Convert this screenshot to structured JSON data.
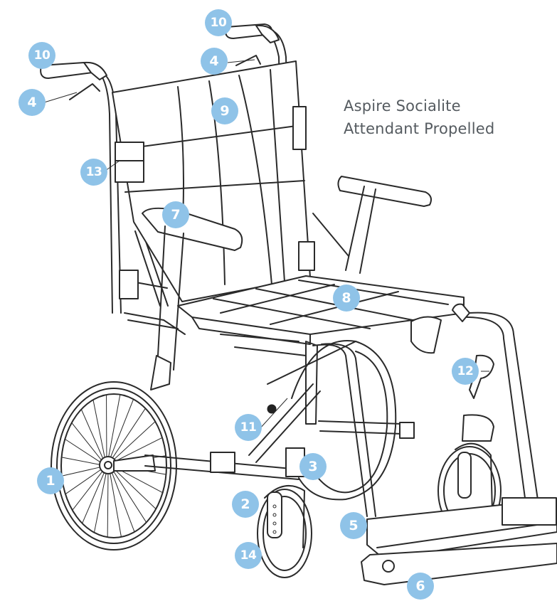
{
  "caption": {
    "line1": "Aspire Socialite",
    "line2": "Attendant Propelled"
  },
  "colors": {
    "callout": "#8fc3e8",
    "caption_text": "#555b60",
    "line_art": "#2a2a2a"
  },
  "callouts": [
    {
      "id": "10a",
      "label": "10"
    },
    {
      "id": "10b",
      "label": "10"
    },
    {
      "id": "4a",
      "label": "4"
    },
    {
      "id": "4b",
      "label": "4"
    },
    {
      "id": "9",
      "label": "9"
    },
    {
      "id": "13",
      "label": "13"
    },
    {
      "id": "7",
      "label": "7"
    },
    {
      "id": "8",
      "label": "8"
    },
    {
      "id": "12",
      "label": "12"
    },
    {
      "id": "11",
      "label": "11"
    },
    {
      "id": "3",
      "label": "3"
    },
    {
      "id": "1",
      "label": "1"
    },
    {
      "id": "2",
      "label": "2"
    },
    {
      "id": "14",
      "label": "14"
    },
    {
      "id": "5",
      "label": "5"
    },
    {
      "id": "6",
      "label": "6"
    }
  ]
}
